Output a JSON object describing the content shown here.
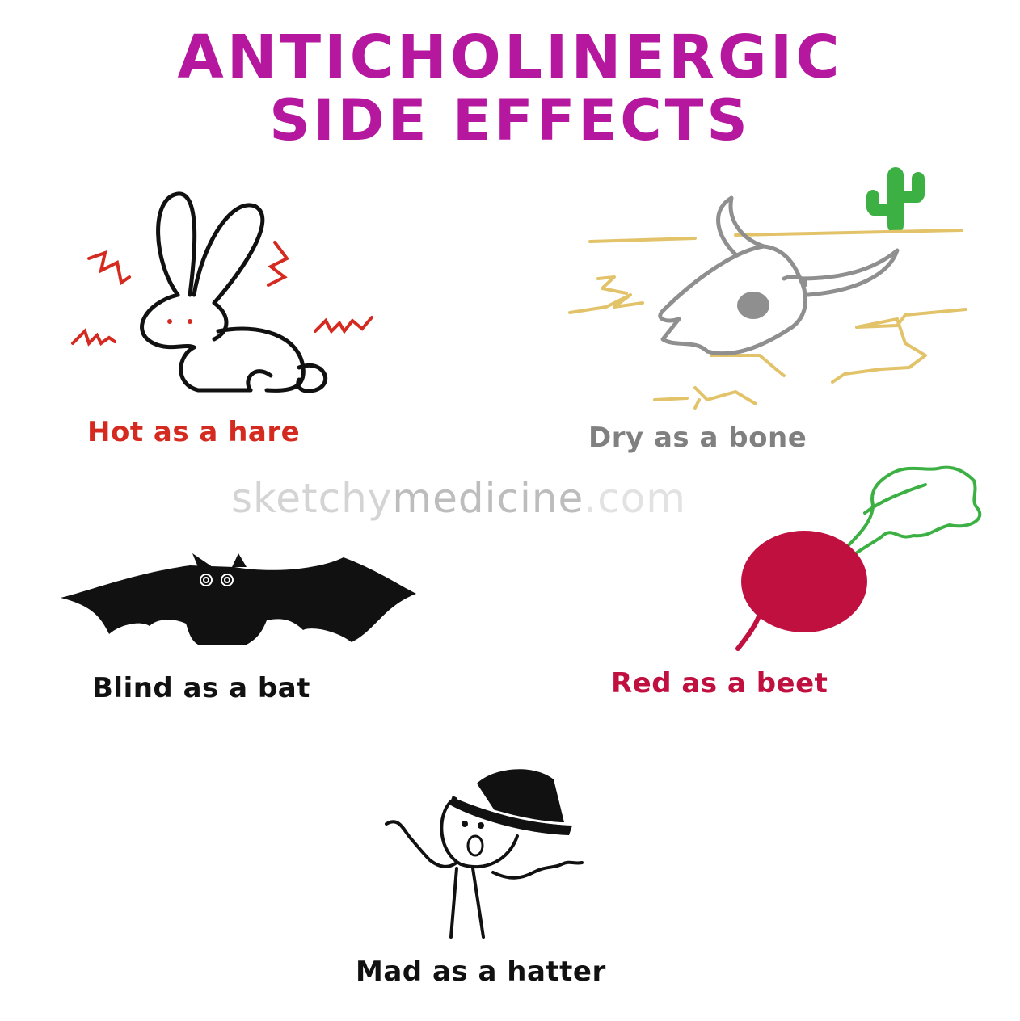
{
  "title": {
    "line1": "ANTICHOLINERGIC",
    "line2": "SIDE EFFECTS",
    "color": "#b5179e"
  },
  "watermark": {
    "part1": "sketchy",
    "part2": "medicine",
    "part3": ".com"
  },
  "effects": [
    {
      "caption": "Hot as a hare",
      "color": "#d42a20",
      "icon": "rabbit-icon"
    },
    {
      "caption": "Dry as a bone",
      "color": "#808080",
      "icon": "cow-skull-icon"
    },
    {
      "caption": "Blind as a bat",
      "color": "#111111",
      "icon": "bat-icon"
    },
    {
      "caption": "Red as a beet",
      "color": "#c0103f",
      "icon": "beet-icon"
    },
    {
      "caption": "Mad as a hatter",
      "color": "#111111",
      "icon": "hatter-icon"
    }
  ]
}
